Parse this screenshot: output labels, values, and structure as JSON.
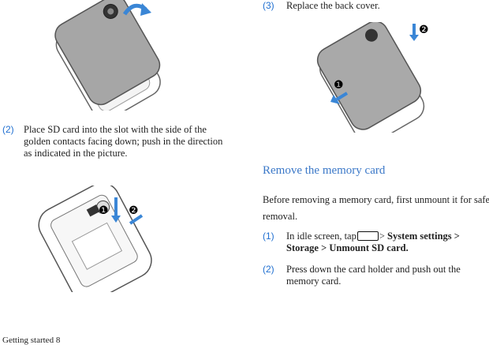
{
  "left": {
    "step2": {
      "num": "(2)",
      "text": "Place SD card into the slot with the side of the golden contacts facing down; push in the direction as indicated in the picture."
    }
  },
  "right": {
    "step3": {
      "num": "(3)",
      "text": "Replace the back cover."
    },
    "section_title": "Remove the memory card",
    "intro": "Before removing a memory card, first unmount it for safe removal.",
    "step1": {
      "num": "(1)",
      "pre": "In idle screen, tap",
      "sep": ">",
      "path": "System settings > Storage > Unmount SD card."
    },
    "step2": {
      "num": "(2)",
      "text": "Press down the card holder and push out the memory card."
    }
  },
  "footer": {
    "text": "Getting started 8"
  },
  "badges": {
    "one": "❶",
    "two": "❷"
  },
  "colors": {
    "accent": "#1f6fd1",
    "heading": "#3b78c8",
    "arrow": "#3a86d6"
  },
  "icons": [
    "menu-key-icon",
    "arrow-icon"
  ]
}
